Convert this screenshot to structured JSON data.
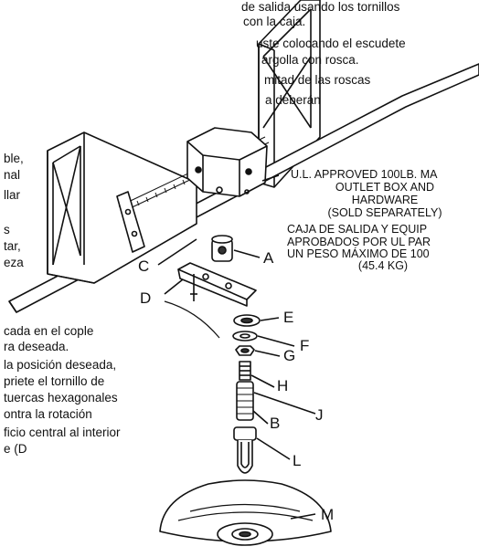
{
  "top_text": [
    "de salida usando los tornillos",
    "con la caja.",
    "uste colocando el escudete",
    "argolla con rosca.",
    "mitad de las roscas",
    "a deberán"
  ],
  "left_text": [
    "ble,",
    "nal",
    "llar",
    "s",
    "tar,",
    "eza"
  ],
  "bottom_text": [
    "cada en el cople",
    "ra deseada.",
    "la posición deseada,",
    "priete el tornillo de",
    "tuercas hexagonales",
    "ontra la rotación",
    "ficio central al interior",
    "e (D"
  ],
  "note_en": [
    "U.L. APPROVED 100LB. MA",
    "OUTLET BOX AND",
    "HARDWARE",
    "(SOLD SEPARATELY)"
  ],
  "note_es": [
    "CAJA DE SALIDA Y EQUIP",
    "APROBADOS POR UL PAR",
    "UN PESO MÁXIMO DE 100",
    "(45.4 KG)"
  ],
  "labels": {
    "A": "A",
    "B": "B",
    "C": "C",
    "D": "D",
    "E": "E",
    "F": "F",
    "G": "G",
    "H": "H",
    "J": "J",
    "L": "L",
    "M": "M"
  }
}
